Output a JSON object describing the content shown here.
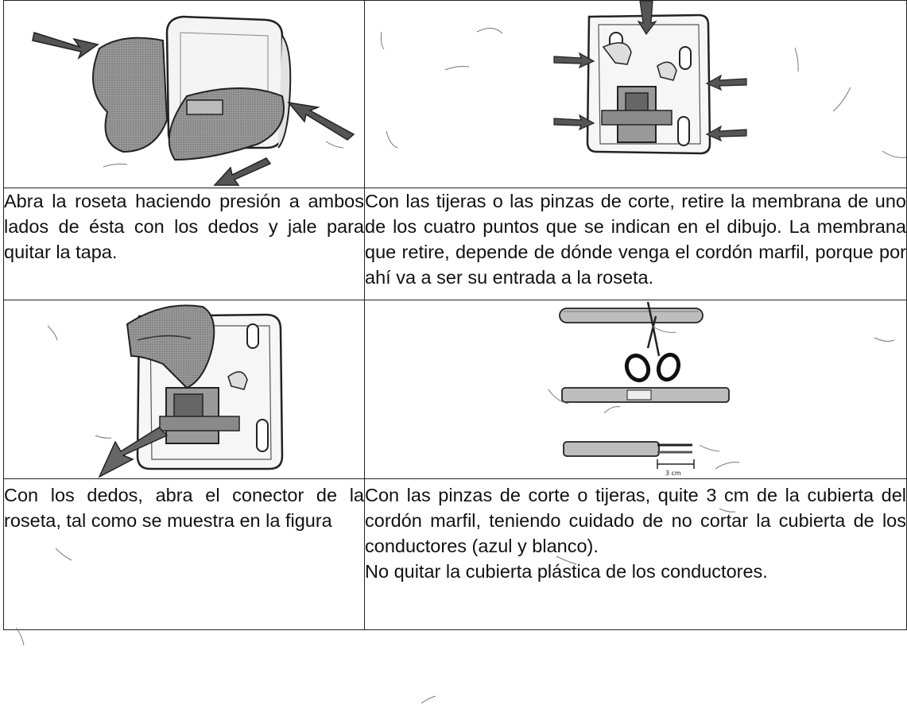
{
  "rows": [
    {
      "left_figure": "hands-opening-rosette-icon",
      "right_figure": "rosette-back-membranes-icon",
      "left_text": "Abra la roseta haciendo presión a ambos lados de ésta con los dedos y jale para quitar la tapa.",
      "right_text": "Con las tijeras o las pinzas de corte, retire la membrana de uno de los cuatro puntos que se indican en el dibujo. La membrana que retire, depende de dónde venga el cordón marfil, porque por ahí va a ser su entrada a la roseta."
    },
    {
      "left_figure": "hand-opening-connector-icon",
      "right_figure": "scissors-cutting-cord-icon",
      "right_figure_label": "3 cm",
      "left_text": "Con los dedos, abra el conector de la roseta, tal como se muestra en la figura",
      "right_text_1": "Con las pinzas de corte o tijeras, quite 3 cm de la cubierta del cordón marfil, teniendo cuidado de no cortar la cubierta de los conductores (azul y blanco).",
      "right_text_2": "No quitar la cubierta plástica de los conductores."
    }
  ],
  "colors": {
    "ink": "#111111",
    "shade": "#8a8a8a",
    "light": "#d8d8d8"
  }
}
